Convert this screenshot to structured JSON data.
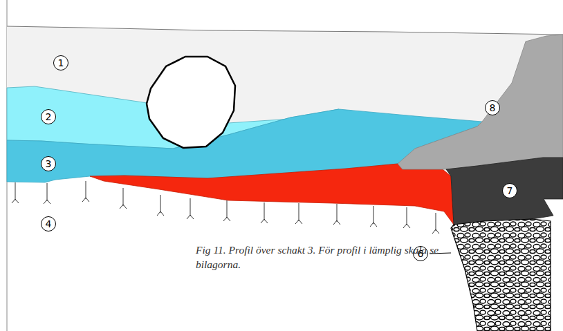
{
  "diagram": {
    "caption": "Fig 11. Profil över schakt 3. För profil i lämplig skala se bilagorna.",
    "nodes": [
      {
        "text": [
          "1"
        ]
      },
      {
        "text": [
          "2"
        ]
      },
      {
        "text": [
          "3"
        ]
      },
      {
        "text": [
          "4"
        ]
      },
      {
        "text": [
          "8"
        ]
      },
      {
        "text": [
          "7"
        ]
      },
      {
        "text": [
          "6"
        ]
      }
    ]
  }
}
